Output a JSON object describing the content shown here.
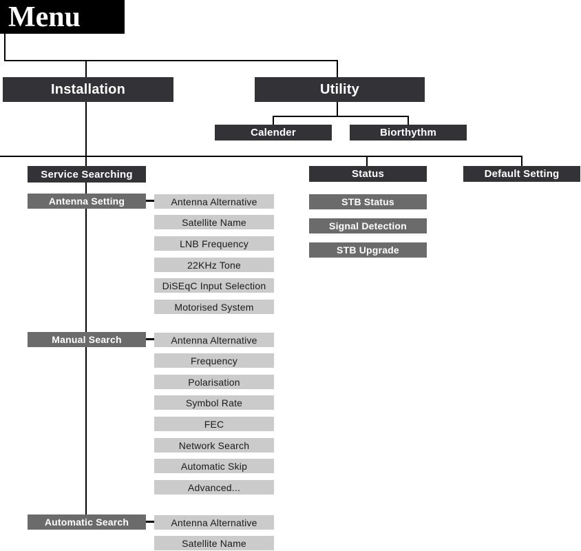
{
  "menu_title": "Menu",
  "nodes": {
    "installation": "Installation",
    "utility": "Utility",
    "calender": "Calender",
    "biorthythm": "Biorthythm",
    "service_searching": "Service Searching",
    "status": "Status",
    "default_setting": "Default Setting",
    "antenna_setting": "Antenna Setting",
    "manual_search": "Manual Search",
    "automatic_search": "Automatic Search"
  },
  "antenna_setting_items": [
    "Antenna Alternative",
    "Satellite Name",
    "LNB Frequency",
    "22KHz Tone",
    "DiSEqC Input Selection",
    "Motorised System"
  ],
  "manual_search_items": [
    "Antenna Alternative",
    "Frequency",
    "Polarisation",
    "Symbol Rate",
    "FEC",
    "Network Search",
    "Automatic Skip",
    "Advanced..."
  ],
  "automatic_search_items": [
    "Antenna Alternative",
    "Satellite Name"
  ],
  "status_items": [
    "STB Status",
    "Signal Detection",
    "STB Upgrade"
  ],
  "colors": {
    "title_bg": "#000000",
    "dark_box": "#333237",
    "medium_box": "#6b6b6b",
    "light_box": "#cbcbcb",
    "line": "#000000"
  }
}
